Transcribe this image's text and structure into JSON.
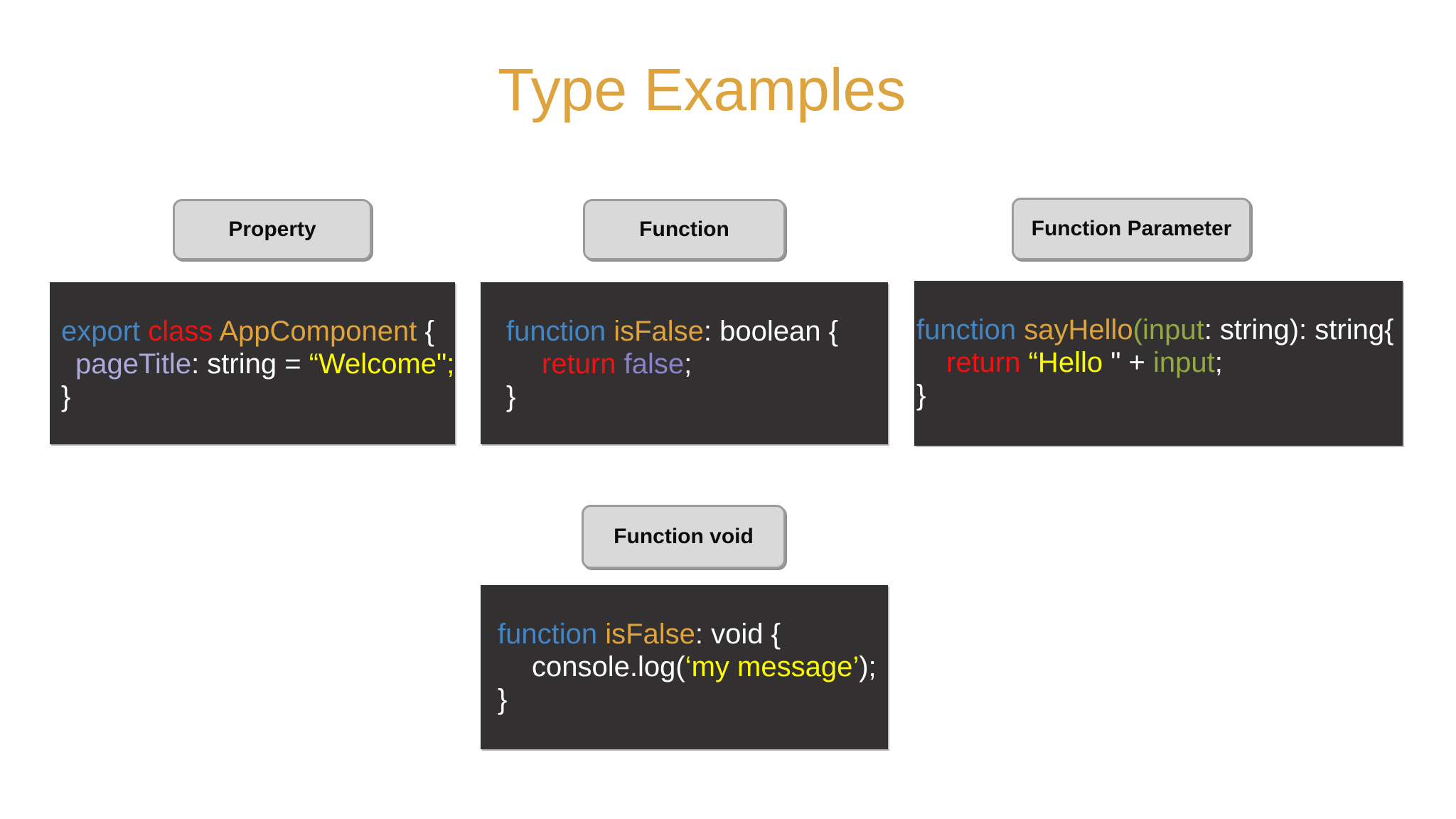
{
  "title": {
    "text": "Type Examples",
    "color": "#DCA33E"
  },
  "palette": {
    "blue": "#4585C2",
    "red": "#EE1312",
    "gold": "#DFA33E",
    "purpleLight": "#AFA9DD",
    "purple": "#8A83C9",
    "yellow": "#FDFD02",
    "olive": "#92A943",
    "white": "#FFFFFF"
  },
  "box_background": "#333031",
  "label_background": "#D9D9D9",
  "groups": [
    {
      "id": "property",
      "label": "Property",
      "lines": [
        {
          "indent": 0,
          "tokens": [
            {
              "text": "export ",
              "color": "blue"
            },
            {
              "text": "class ",
              "color": "red"
            },
            {
              "text": "AppComponent ",
              "color": "gold"
            },
            {
              "text": "{",
              "color": "white"
            }
          ]
        },
        {
          "indent": 20,
          "tokens": [
            {
              "text": "pageTitle",
              "color": "purpleLight"
            },
            {
              "text": ": string = ",
              "color": "white"
            },
            {
              "text": "“Welcome\";",
              "color": "yellow"
            }
          ]
        },
        {
          "indent": 0,
          "tokens": [
            {
              "text": "}",
              "color": "white"
            }
          ]
        }
      ]
    },
    {
      "id": "function",
      "label": "Function",
      "lines": [
        {
          "indent": 0,
          "tokens": [
            {
              "text": "function ",
              "color": "blue"
            },
            {
              "text": "isFalse",
              "color": "gold"
            },
            {
              "text": ": boolean {",
              "color": "white"
            }
          ]
        },
        {
          "indent": 50,
          "tokens": [
            {
              "text": "return ",
              "color": "red"
            },
            {
              "text": "false",
              "color": "purple"
            },
            {
              "text": ";",
              "color": "white"
            }
          ]
        },
        {
          "indent": 0,
          "tokens": [
            {
              "text": "}",
              "color": "white"
            }
          ]
        }
      ]
    },
    {
      "id": "function-parameter",
      "label": "Function Parameter",
      "lines": [
        {
          "indent": 0,
          "tokens": [
            {
              "text": "function ",
              "color": "blue"
            },
            {
              "text": "sayHello",
              "color": "gold"
            },
            {
              "text": "(input",
              "color": "olive"
            },
            {
              "text": ": string): string{",
              "color": "white"
            }
          ]
        },
        {
          "indent": 42,
          "tokens": [
            {
              "text": "return ",
              "color": "red"
            },
            {
              "text": "“Hello ",
              "color": "yellow"
            },
            {
              "text": "\" + ",
              "color": "white"
            },
            {
              "text": "input",
              "color": "olive"
            },
            {
              "text": ";",
              "color": "white"
            }
          ]
        },
        {
          "indent": 0,
          "tokens": [
            {
              "text": "}",
              "color": "white"
            }
          ]
        }
      ]
    },
    {
      "id": "function-void",
      "label": "Function void",
      "lines": [
        {
          "indent": 0,
          "tokens": [
            {
              "text": "function ",
              "color": "blue"
            },
            {
              "text": "isFalse",
              "color": "gold"
            },
            {
              "text": ": void {",
              "color": "white"
            }
          ]
        },
        {
          "indent": 48,
          "tokens": [
            {
              "text": "console.log(",
              "color": "white"
            },
            {
              "text": "‘my message’",
              "color": "yellow"
            },
            {
              "text": ");",
              "color": "white"
            }
          ]
        },
        {
          "indent": 0,
          "tokens": [
            {
              "text": "}",
              "color": "white"
            }
          ]
        }
      ]
    }
  ]
}
